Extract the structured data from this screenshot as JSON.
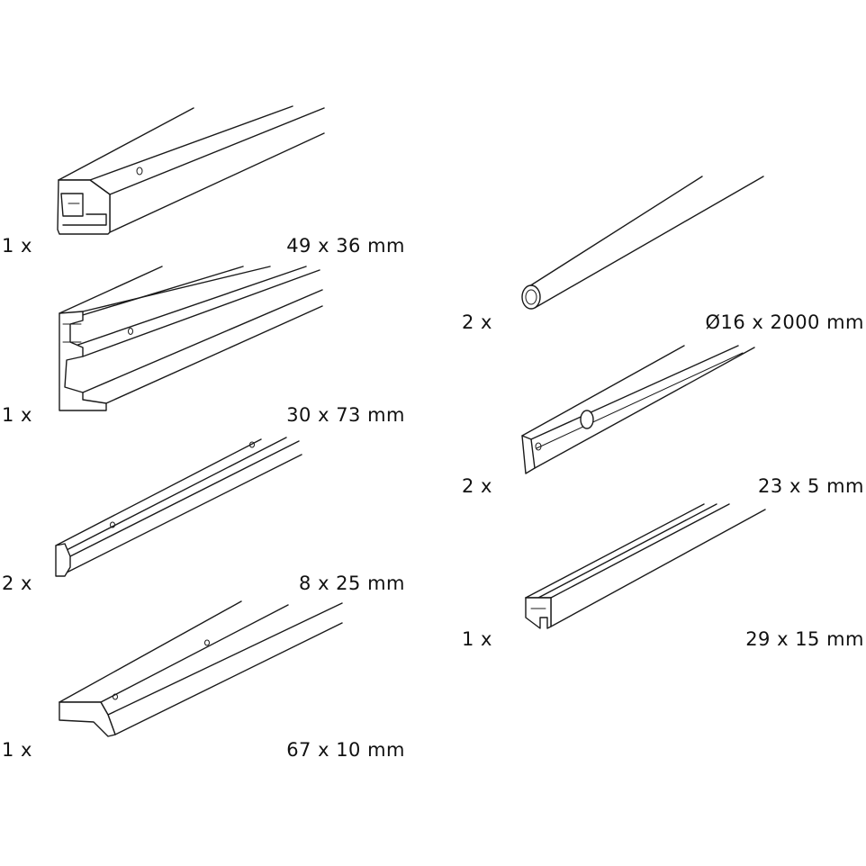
{
  "parts": [
    {
      "id": "profile-top-rail",
      "icon": "top-rail-profile-icon",
      "qty": "1 x",
      "dim": "49 x 36 mm"
    },
    {
      "id": "profile-wall-rail",
      "icon": "wall-rail-profile-icon",
      "qty": "1 x",
      "dim": "30 x 73 mm"
    },
    {
      "id": "profile-narrow-channel",
      "icon": "narrow-channel-profile-icon",
      "qty": "2 x",
      "dim": "8 x 25 mm"
    },
    {
      "id": "profile-flat-floor",
      "icon": "flat-floor-profile-icon",
      "qty": "1 x",
      "dim": "67 x 10 mm"
    },
    {
      "id": "rod",
      "icon": "round-rod-icon",
      "qty": "2 x",
      "dim": "Ø16 x 2000 mm"
    },
    {
      "id": "profile-flat-strip",
      "icon": "flat-strip-profile-icon",
      "qty": "2 x",
      "dim": "23 x 5 mm"
    },
    {
      "id": "profile-double-channel",
      "icon": "double-channel-profile-icon",
      "qty": "1 x",
      "dim": "29 x 15 mm"
    }
  ]
}
